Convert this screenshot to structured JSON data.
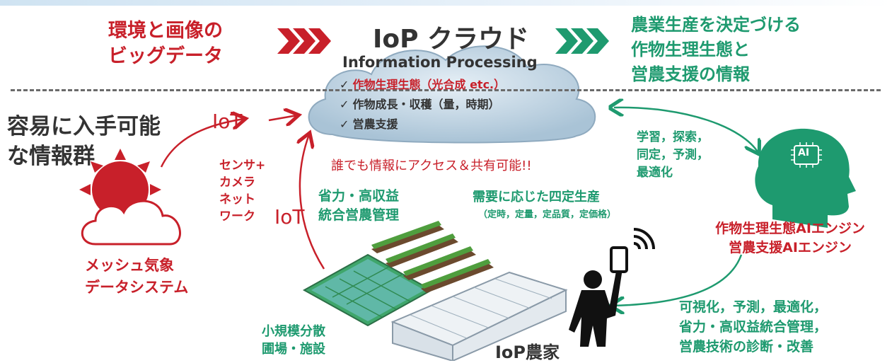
{
  "header": {
    "left_line1": "環境と画像の",
    "left_line2": "ビッグデータ",
    "center_title": "IoP クラウド",
    "center_subtitle": "Information Processing",
    "right_line1": "農業生産を決定づける",
    "right_line2": "作物生理生態と",
    "right_line3": "営農支援の情報"
  },
  "cloud": {
    "item1": "作物生理生態（光合成 etc.）",
    "item2": "作物成長・収穫（量，時期）",
    "item3": "営農支援",
    "check": "✓"
  },
  "access_text": "誰でも情報にアクセス＆共有可能!!",
  "left": {
    "easy_line1": "容易に入手可能",
    "easy_line2": "な情報群",
    "iot1": "IoT",
    "iot2": "IoT",
    "sensor1": "センサ+",
    "sensor2": "カメラ",
    "sensor3": "ネット",
    "sensor4": "ワーク",
    "mesh1": "メッシュ気象",
    "mesh2": "データシステム"
  },
  "ai": {
    "learn1": "学習，探索，",
    "learn2": "同定，予測，",
    "learn3": "最適化",
    "chip": "AI",
    "engine1": "作物生理生態AIエンジン",
    "engine2": "営農支援AIエンジン"
  },
  "farm": {
    "labor1": "省力・高収益",
    "labor2": "統合営農管理",
    "demand_title": "需要に応じた四定生産",
    "demand_sub": "（定時，定量，定品質，定価格）",
    "small1": "小規模分散",
    "small2": "圃場・施設",
    "farmer": "IoP農家"
  },
  "bottom_right": {
    "line1": "可視化，予測，最適化，",
    "line2": "省力・高収益統合管理，",
    "line3": "営農技術の診断・改善"
  },
  "colors": {
    "red": "#c8202a",
    "green": "#1e9a6f",
    "cloud": "#c7d9e6",
    "dark": "#333333"
  }
}
